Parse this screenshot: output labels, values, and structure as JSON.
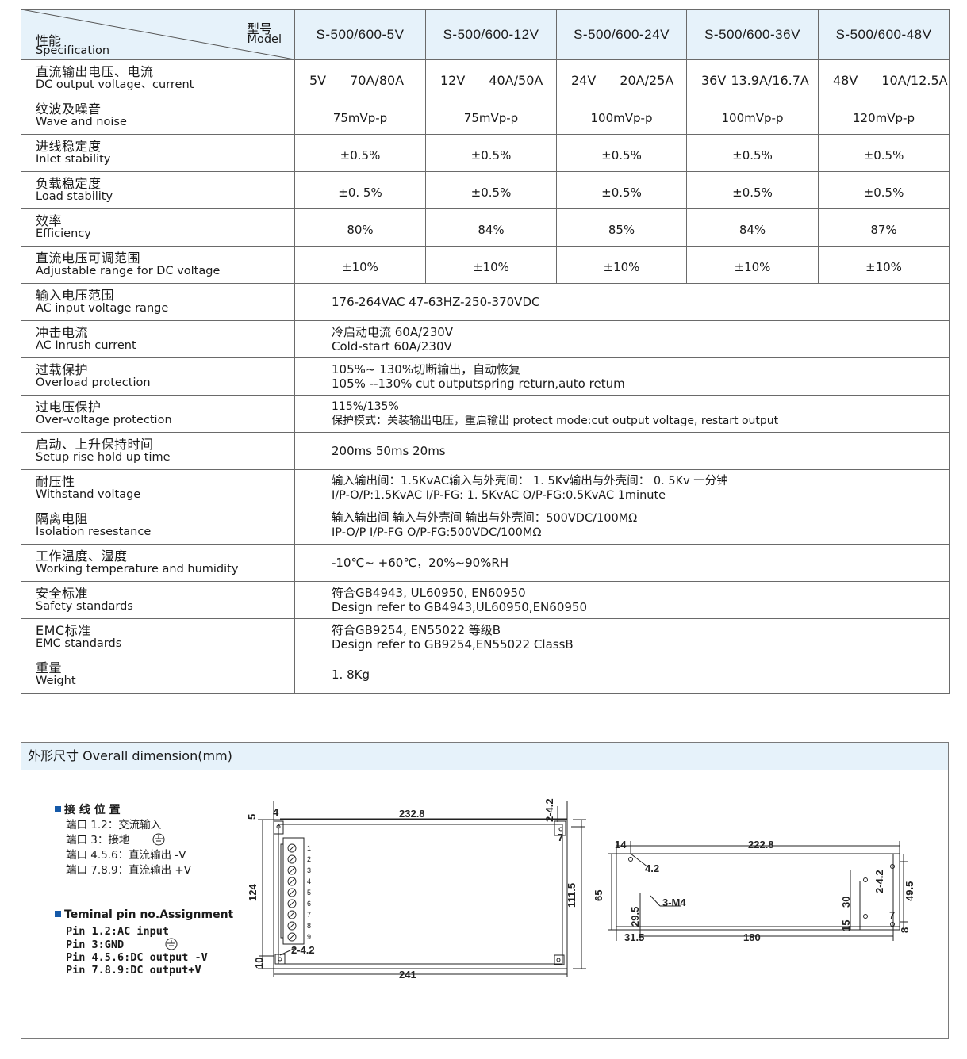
{
  "header": {
    "model_cn": "型号",
    "model_en": "Model",
    "spec_cn": "性能",
    "spec_en": "Specification",
    "models": [
      "S-500/600-5V",
      "S-500/600-12V",
      "S-500/600-24V",
      "S-500/600-36V",
      "S-500/600-48V"
    ]
  },
  "rows": [
    {
      "cn": "直流输出电压、电流",
      "en": "DC output voltage、current",
      "values": [
        [
          "5V",
          "70A/80A"
        ],
        [
          "12V",
          "40A/50A"
        ],
        [
          "24V",
          "20A/25A"
        ],
        [
          "36V",
          "13.9A/16.7A"
        ],
        [
          "48V",
          "10A/12.5A"
        ]
      ]
    },
    {
      "cn": "纹波及噪音",
      "en": "Wave and noise",
      "values": [
        "75mVp-p",
        "75mVp-p",
        "100mVp-p",
        "100mVp-p",
        "120mVp-p"
      ]
    },
    {
      "cn": "进线稳定度",
      "en": "Inlet stability",
      "values": [
        "±0.5%",
        "±0.5%",
        "±0.5%",
        "±0.5%",
        "±0.5%"
      ]
    },
    {
      "cn": "负载稳定度",
      "en": "Load stability",
      "values": [
        "±0. 5%",
        "±0.5%",
        "±0.5%",
        "±0.5%",
        "±0.5%"
      ]
    },
    {
      "cn": "效率",
      "en": "Efficiency",
      "values": [
        "80%",
        "84%",
        "85%",
        "84%",
        "87%"
      ]
    },
    {
      "cn": "直流电压可调范围",
      "en": "Adjustable range for DC voltage",
      "values": [
        "±10%",
        "±10%",
        "±10%",
        "±10%",
        "±10%"
      ]
    }
  ],
  "wide_rows": [
    {
      "cn": "输入电压范围",
      "en": "AC input voltage range",
      "lines": [
        "176-264VAC  47-63HZ-250-370VDC"
      ]
    },
    {
      "cn": "冲击电流",
      "en": "AC Inrush current",
      "lines": [
        "冷启动电流  60A/230V",
        "Cold-start    60A/230V"
      ]
    },
    {
      "cn": "过载保护",
      "en": "Overload protection",
      "lines": [
        "105%~ 130%切断输出，自动恢复",
        "105% --130%  cut outputspring return,auto retum"
      ]
    },
    {
      "cn": "过电压保护",
      "en": "Over-voltage protection",
      "lines": [
        "115%/135%",
        "保护模式：关装输出电压，重启输出        protect mode:cut output voltage, restart output"
      ]
    },
    {
      "cn": "启动、上升保持时间",
      "en": "Setup rise hold up time",
      "lines": [
        "200ms 50ms  20ms"
      ]
    },
    {
      "cn": "耐压性",
      "en": "Withstand voltage",
      "lines": [
        "输入输出间：1.5KvAC输入与外壳间：  1. 5Kv输出与外壳间：  0. 5Kv  一分钟",
        "I/P-O/P:1.5KvAC      I/P-FG: 1. 5KvAC        O/P-FG:0.5KvAC       1minute"
      ]
    },
    {
      "cn": "隔离电阻",
      "en": "Isolation resestance",
      "lines": [
        "输入输出间       输入与外壳间              输出与外壳间：500VDC/100MΩ",
        "IP-O/P       I/P-FG        O/P-FG:500VDC/100MΩ"
      ]
    },
    {
      "cn": "工作温度、湿度",
      "en": "Working temperature and humidity",
      "lines": [
        "-10℃~ +60℃，20%~90%RH"
      ]
    },
    {
      "cn": "安全标准",
      "en": "Safety standards",
      "lines": [
        "符合GB4943, UL60950, EN60950",
        "Design refer to GB4943,UL60950,EN60950"
      ]
    },
    {
      "cn": "EMC标准",
      "en": "EMC standards",
      "lines": [
        "符合GB9254,  EN55022 等级B",
        "Design refer to GB9254,EN55022 ClassB"
      ]
    },
    {
      "cn": "重量",
      "en": "Weight",
      "lines": [
        "1. 8Kg"
      ]
    }
  ],
  "dimension": {
    "title": "外形尺寸  Overall dimension(mm)",
    "pin_title_cn": "接 线 位 置",
    "pin_lines_cn": [
      "端口  1.2：交流输入",
      "端口        3：接地",
      "端口 4.5.6：直流输出 -V",
      "端口 7.8.9：直流输出 +V"
    ],
    "pin_title_en": "Teminal pin no.Assignment",
    "pin_lines_en": [
      "Pin     1.2:AC input",
      "Pin        3:GND",
      "Pin   4.5.6:DC output -V",
      "Pin   7.8.9:DC output+V"
    ],
    "front_dims": {
      "top_width": "232.8",
      "left_offset": "4",
      "top_margin": "5",
      "hole": "2-4.2",
      "right_edge": "7",
      "height": "124",
      "inner_height": "111.5",
      "bottom_margin": "10",
      "hole_bottom": "2-4.2",
      "bottom_width": "241"
    },
    "terminal_numbers": [
      "1",
      "2",
      "3",
      "4",
      "5",
      "6",
      "7",
      "8",
      "9"
    ],
    "side_dims": {
      "left": "14",
      "top_width": "222.8",
      "hole": "4.2",
      "height": "65",
      "hole_pitch": "29.5",
      "screw": "3-M4",
      "left_bottom": "31.5",
      "bottom_width": "180",
      "h30": "30",
      "h15": "15",
      "hole_r": "2-4.2",
      "h495": "49.5",
      "h7": "7",
      "h8": "8"
    }
  }
}
